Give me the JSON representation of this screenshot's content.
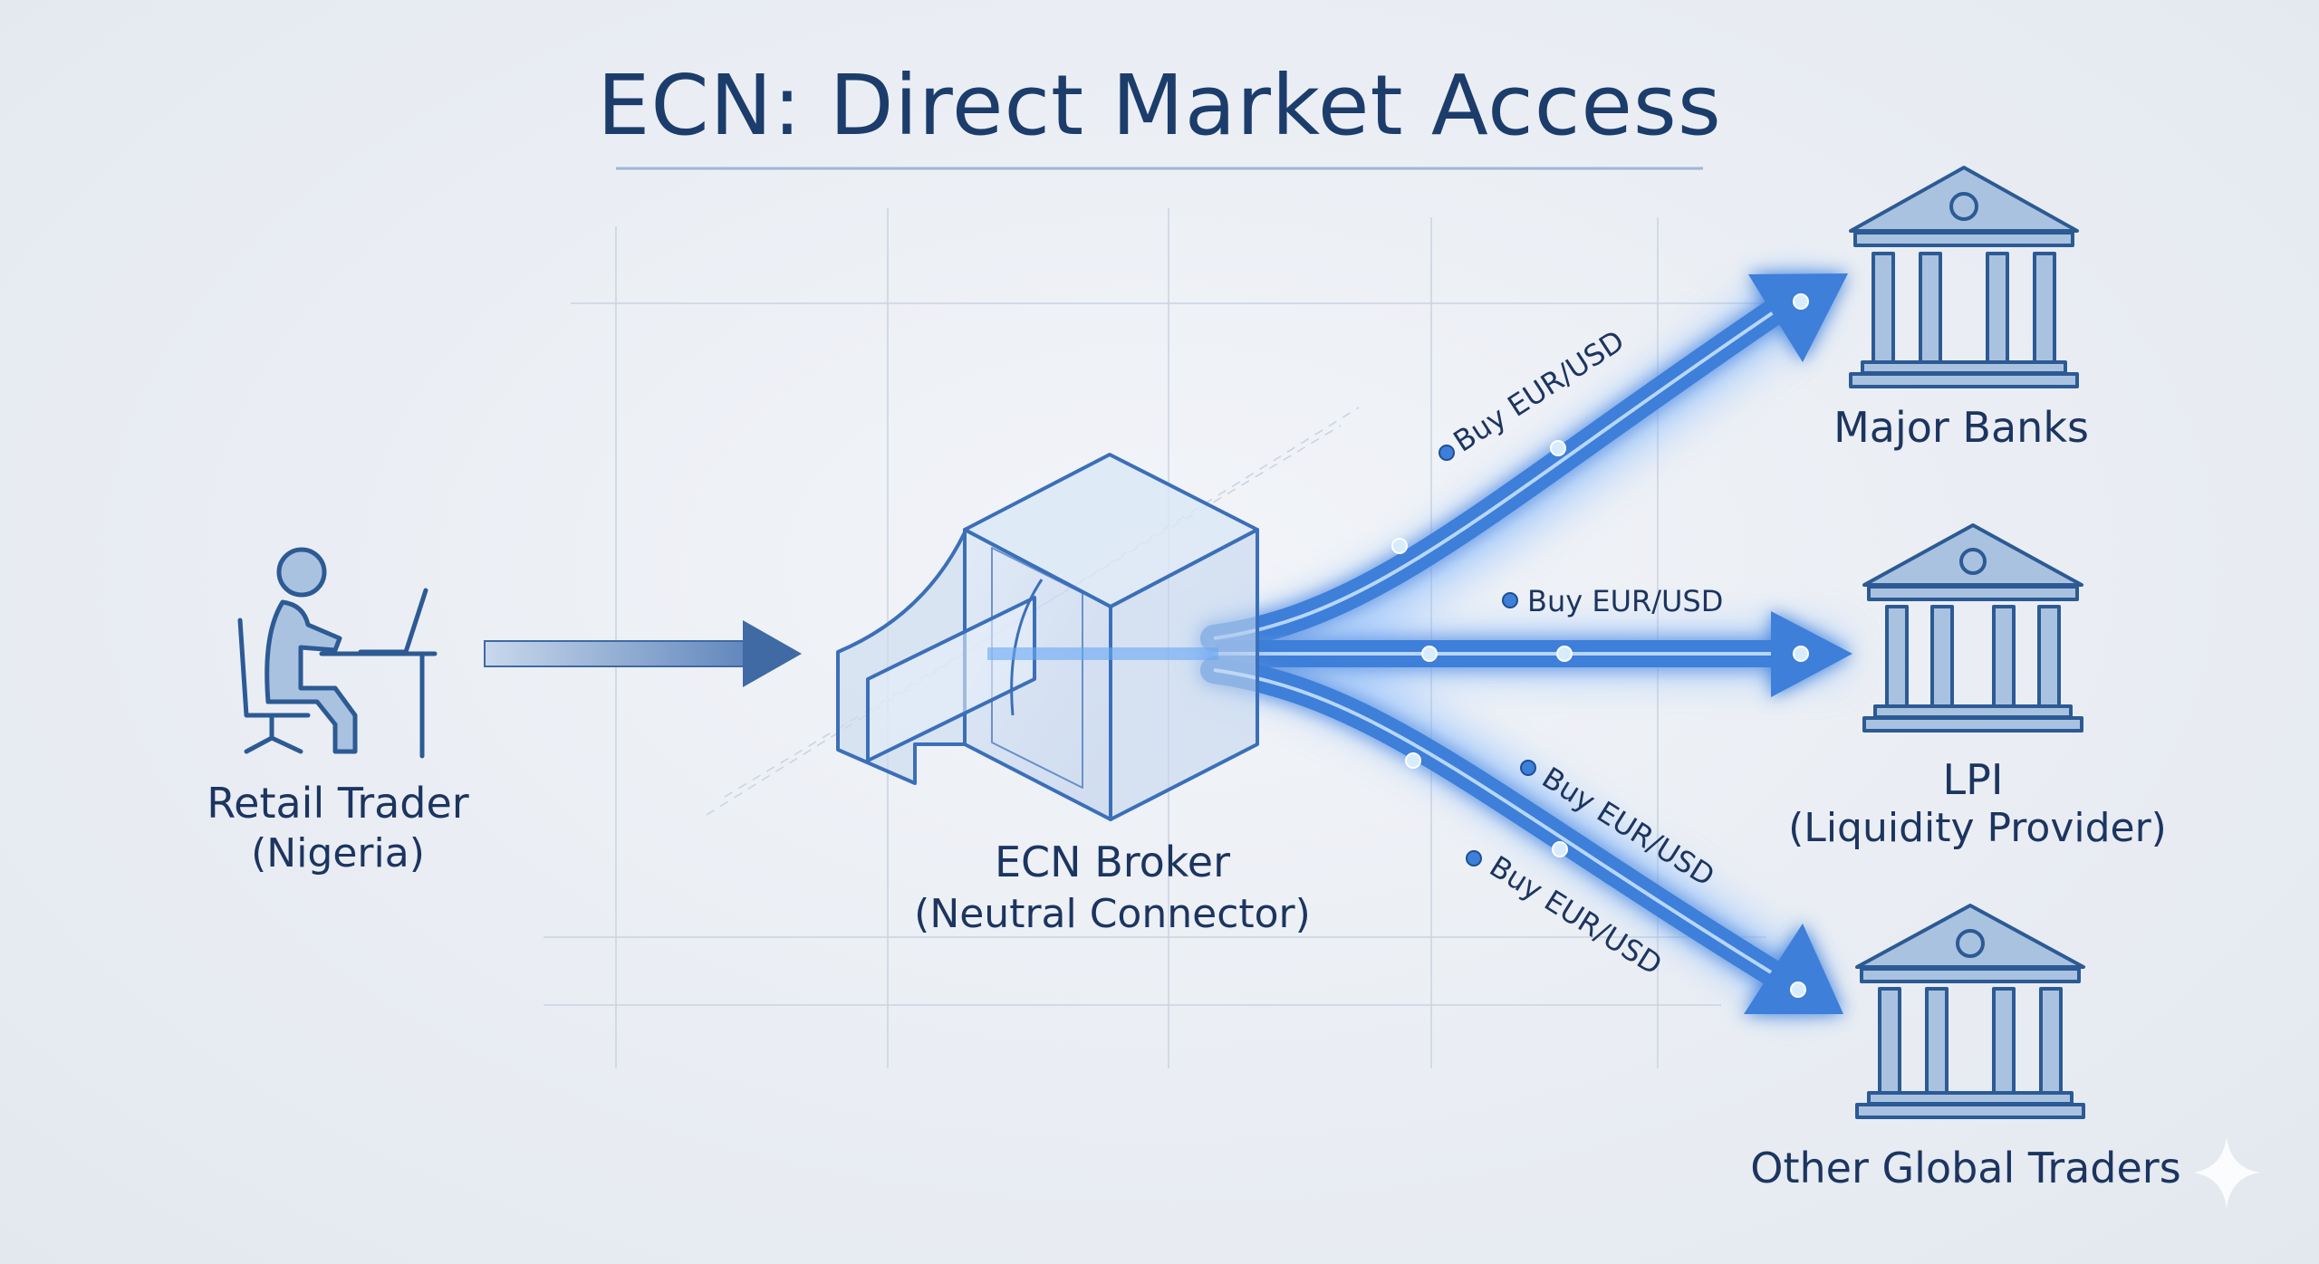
{
  "title": "ECN: Direct Market Access",
  "trader": {
    "label": "Retail Trader",
    "sublabel": "(Nigeria)"
  },
  "broker": {
    "label": "ECN Broker",
    "sublabel": "(Neutral Connector)"
  },
  "destinations": [
    {
      "label": "Major Banks",
      "sublabel": ""
    },
    {
      "label": "LPI",
      "sublabel": "(Liquidity Provider)"
    },
    {
      "label": "Other Global Traders",
      "sublabel": ""
    }
  ],
  "orders": [
    {
      "text": "Buy EUR/USD"
    },
    {
      "text": "Buy EUR/USD"
    },
    {
      "text": "Buy EUR/USD"
    },
    {
      "text": "Buy EUR/USD"
    }
  ],
  "icons": {
    "trader": "person-at-laptop-icon",
    "broker": "glass-cube-icon",
    "bank": "bank-building-icon"
  },
  "colors": {
    "title": "#1c3d6b",
    "flow": "#3d7fd9",
    "glow": "#7fb6ff",
    "icon_stroke": "#2c5a94",
    "icon_fill": "#a9c2e0"
  }
}
